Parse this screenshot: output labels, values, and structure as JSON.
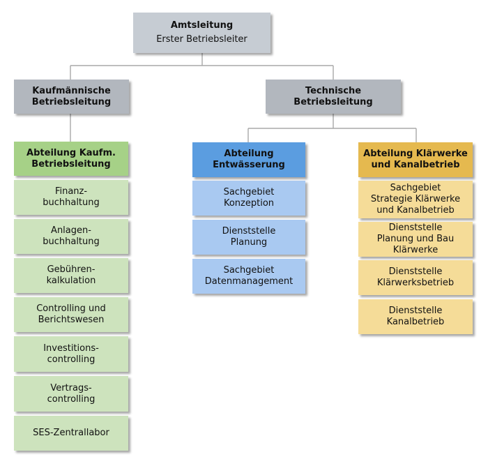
{
  "top": {
    "title": "Amtsleitung",
    "subtitle": "Erster Betriebsleiter"
  },
  "kaufm_leitung": {
    "title": "Kaufmännische\nBetriebsleitung"
  },
  "tech_leitung": {
    "title": "Technische\nBetriebsleitung"
  },
  "abt_kaufm": {
    "title": "Abteilung Kaufm.\nBetriebsleitung",
    "items": [
      "Finanz-\nbuchhaltung",
      "Anlagen-\nbuchhaltung",
      "Gebühren-\nkalkulation",
      "Controlling und\nBerichtswesen",
      "Investitions-\ncontrolling",
      "Vertrags-\ncontrolling",
      "SES-Zentrallabor"
    ]
  },
  "abt_entw": {
    "title": "Abteilung\nEntwässerung",
    "items": [
      "Sachgebiet\nKonzeption",
      "Dienststelle\nPlanung",
      "Sachgebiet\nDatenmanagement"
    ]
  },
  "abt_klaer": {
    "title": "Abteilung Klärwerke\nund Kanalbetrieb",
    "items": [
      "Sachgebiet\nStrategie Klärwerke\nund Kanalbetrieb",
      "Dienststelle\nPlanung und Bau\nKlärwerke",
      "Dienststelle\nKlärwerksbetrieb",
      "Dienststelle\nKanalbetrieb"
    ]
  },
  "colors": {
    "gray": "#c6ccd3",
    "green_head": "#a6d187",
    "green": "#cde3bd",
    "blue_head": "#5b9de0",
    "blue": "#a9c9f1",
    "gold_head": "#e5b94f",
    "gold": "#f5dc98",
    "connector": "#a8a8a8"
  }
}
